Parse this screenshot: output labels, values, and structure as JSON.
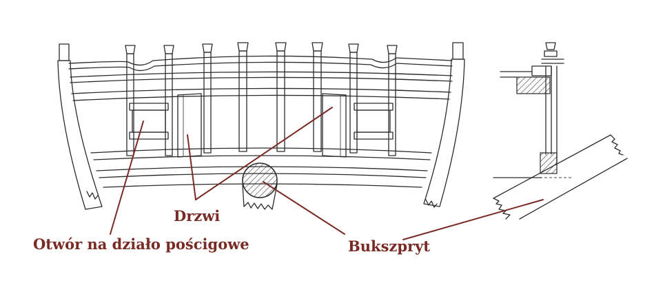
{
  "labels": {
    "otwor": "Otwór na działo pościgowe",
    "drzwi": "Drzwi",
    "bukszpryt": "Bukszpryt"
  },
  "colors": {
    "label": "#7a2a24",
    "ink": "#2a2a2a",
    "background": "#ffffff"
  }
}
